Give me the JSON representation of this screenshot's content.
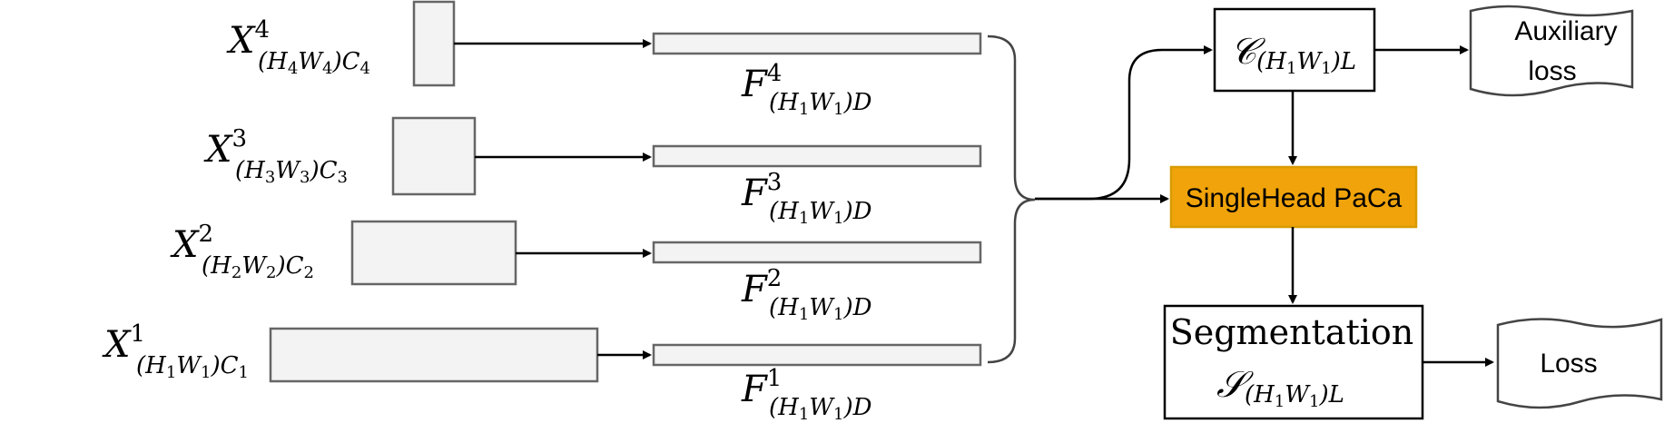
{
  "colors": {
    "feature_fill": "#f3f3f3",
    "feature_stroke": "#666666",
    "paca_fill": "#f0a30a",
    "paca_stroke": "#d79b00"
  },
  "inputs": [
    {
      "main": "X",
      "sup": "4",
      "sub": "(H",
      "sub_i": "4",
      "sub_mid": "W",
      "sub_j": "4",
      "sub_close": ")C",
      "sub_k": "4"
    },
    {
      "main": "X",
      "sup": "3",
      "sub": "(H",
      "sub_i": "3",
      "sub_mid": "W",
      "sub_j": "3",
      "sub_close": ")C",
      "sub_k": "3"
    },
    {
      "main": "X",
      "sup": "2",
      "sub": "(H",
      "sub_i": "2",
      "sub_mid": "W",
      "sub_j": "2",
      "sub_close": ")C",
      "sub_k": "2"
    },
    {
      "main": "X",
      "sup": "1",
      "sub": "(H",
      "sub_i": "1",
      "sub_mid": "W",
      "sub_j": "1",
      "sub_close": ")C",
      "sub_k": "1"
    }
  ],
  "features": [
    {
      "main": "F",
      "sup": "4",
      "sub": "(H",
      "sub_i": "1",
      "sub_mid": "W",
      "sub_j": "1",
      "sub_close": ")D"
    },
    {
      "main": "F",
      "sup": "3",
      "sub": "(H",
      "sub_i": "1",
      "sub_mid": "W",
      "sub_j": "1",
      "sub_close": ")D"
    },
    {
      "main": "F",
      "sup": "2",
      "sub": "(H",
      "sub_i": "1",
      "sub_mid": "W",
      "sub_j": "1",
      "sub_close": ")D"
    },
    {
      "main": "F",
      "sup": "1",
      "sub": "(H",
      "sub_i": "1",
      "sub_mid": "W",
      "sub_j": "1",
      "sub_close": ")D"
    }
  ],
  "cluster": {
    "main": "𝒞",
    "sub": "(H",
    "sub_i": "1",
    "sub_mid": "W",
    "sub_j": "1",
    "sub_close": ")L"
  },
  "auxiliary_loss": {
    "line1": "Auxiliary",
    "line2": "loss"
  },
  "paca": {
    "label": "SingleHead PaCa"
  },
  "segmentation": {
    "title": "Segmentation",
    "main": "𝒮",
    "sub": "(H",
    "sub_i": "1",
    "sub_mid": "W",
    "sub_j": "1",
    "sub_close": ")L"
  },
  "loss": {
    "label": "Loss"
  }
}
